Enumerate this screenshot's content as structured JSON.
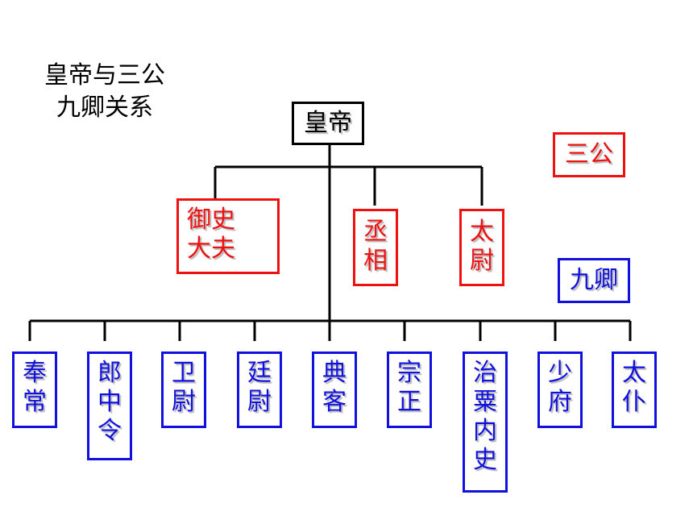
{
  "title": {
    "line1": "皇帝与三公",
    "line2": "九卿关系"
  },
  "emperor": "皇帝",
  "legend": {
    "sangong": "三公",
    "jiuqing": "九卿"
  },
  "sangong": [
    {
      "lines": [
        "御史",
        "大夫"
      ]
    },
    {
      "lines": [
        "丞",
        "相"
      ]
    },
    {
      "lines": [
        "太",
        "尉"
      ]
    }
  ],
  "jiuqing": [
    {
      "lines": [
        "奉",
        "常"
      ]
    },
    {
      "lines": [
        "郎",
        "中",
        "令"
      ]
    },
    {
      "lines": [
        "卫",
        "尉"
      ]
    },
    {
      "lines": [
        "廷",
        "尉"
      ]
    },
    {
      "lines": [
        "典",
        "客"
      ]
    },
    {
      "lines": [
        "宗",
        "正"
      ]
    },
    {
      "lines": [
        "治",
        "粟",
        "内",
        "史"
      ]
    },
    {
      "lines": [
        "少",
        "府"
      ]
    },
    {
      "lines": [
        "太",
        "仆"
      ]
    }
  ],
  "colors": {
    "sangong": "#ee1111",
    "jiuqing": "#1111dd",
    "emperor": "#000000"
  }
}
